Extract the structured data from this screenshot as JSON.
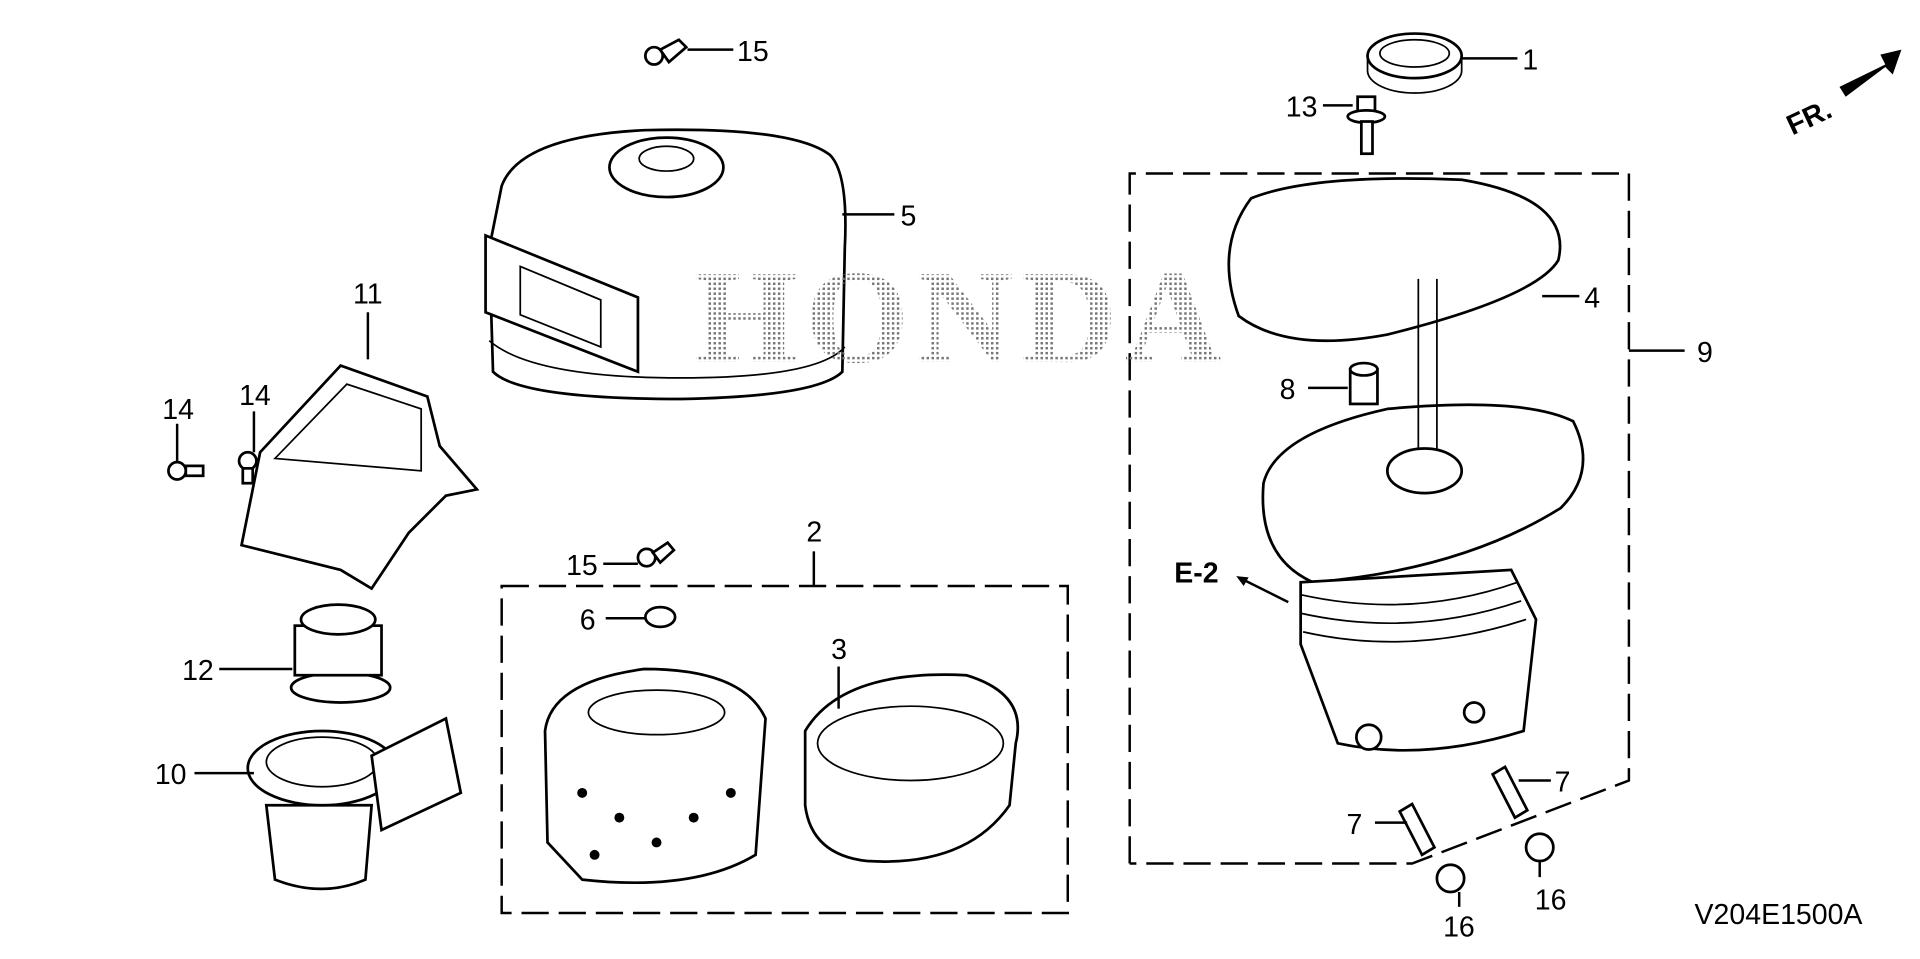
{
  "diagram": {
    "code": "V204E1500A",
    "watermark": "HONDA",
    "direction_label": "FR.",
    "reference": "E-2"
  },
  "callouts": {
    "p1": "1",
    "p2": "2",
    "p3": "3",
    "p4": "4",
    "p5": "5",
    "p6": "6",
    "p7a": "7",
    "p7b": "7",
    "p8": "8",
    "p9": "9",
    "p10": "10",
    "p11": "11",
    "p12": "12",
    "p13": "13",
    "p14a": "14",
    "p14b": "14",
    "p15a": "15",
    "p15b": "15",
    "p16a": "16",
    "p16b": "16"
  }
}
